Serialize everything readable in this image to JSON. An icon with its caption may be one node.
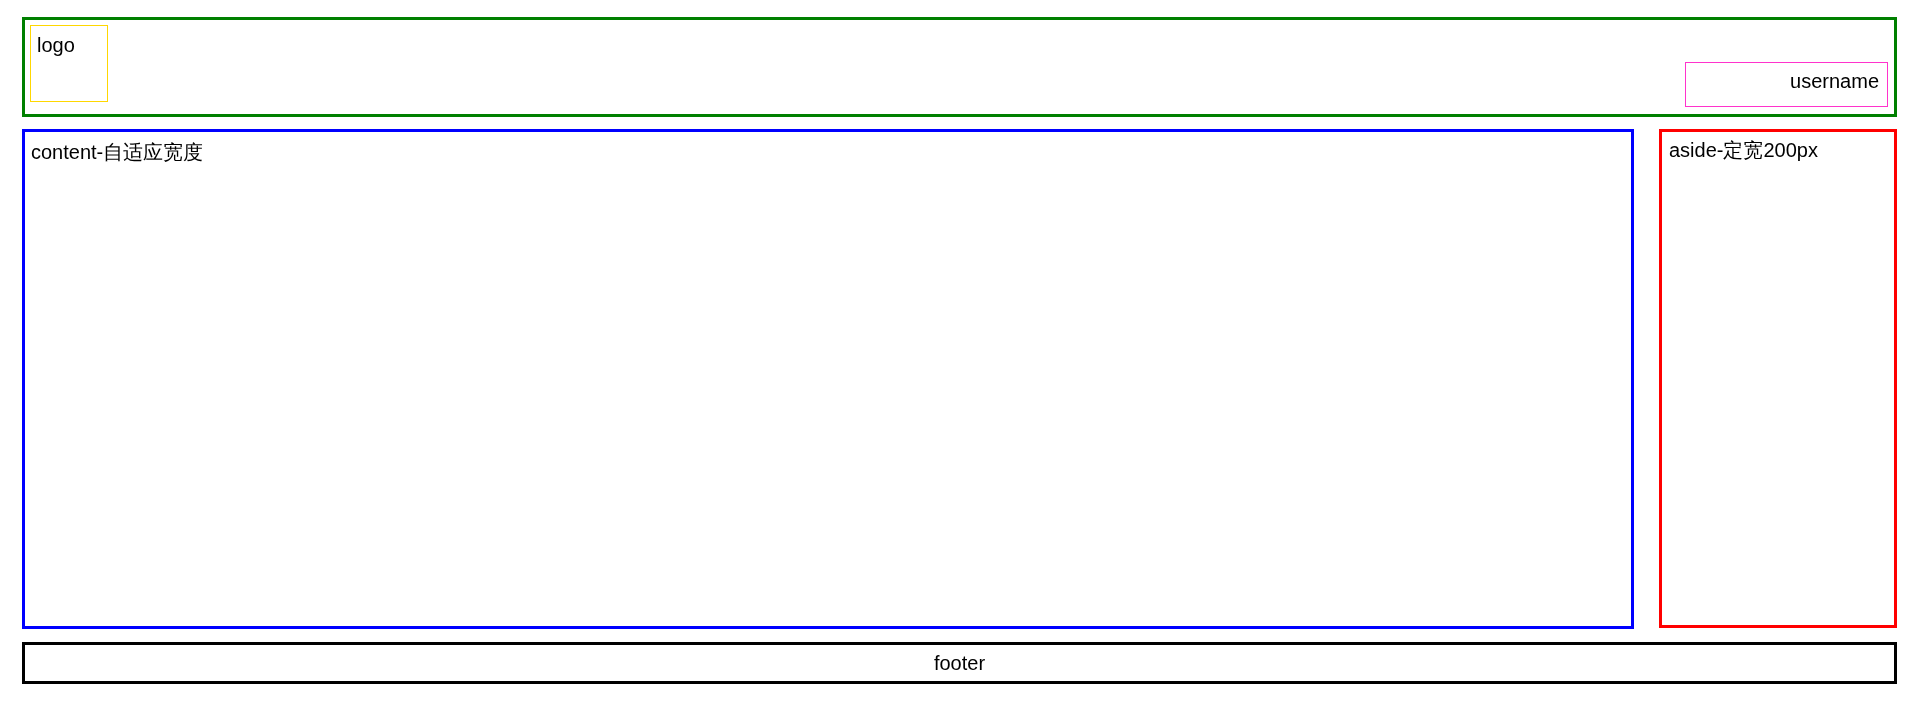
{
  "diagram": {
    "nodes": [
      {
        "text": [],
        "shape": "box"
      },
      {
        "text": [
          "logo"
        ],
        "in": 0
      },
      {
        "text": [
          "username"
        ],
        "in": 0
      },
      {
        "text": [
          "content-自适应宽度"
        ]
      },
      {
        "text": [
          "aside-定宽200px"
        ]
      },
      {
        "text": [
          "footer"
        ]
      }
    ]
  }
}
